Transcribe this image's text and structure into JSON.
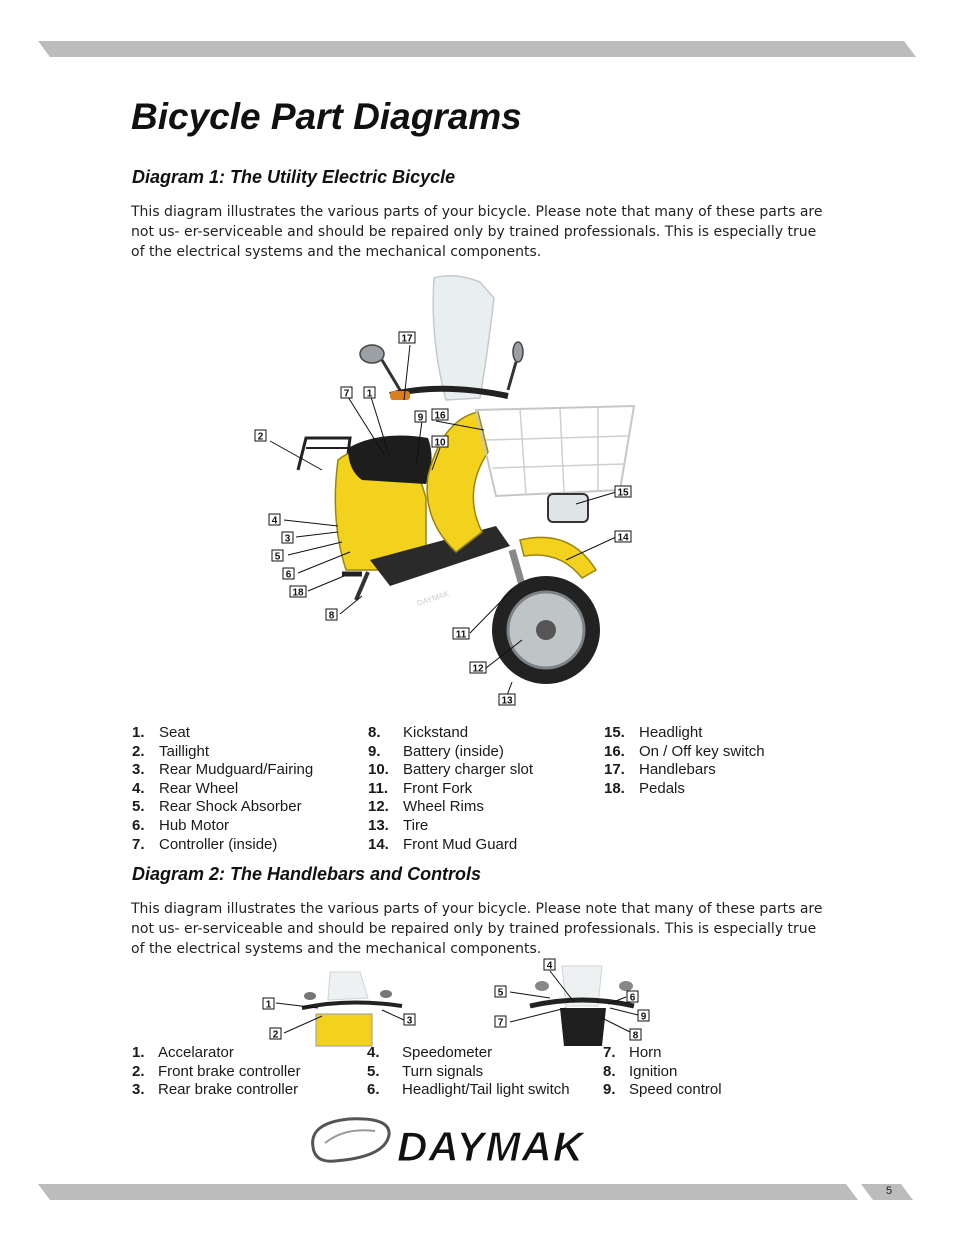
{
  "page": {
    "title": "Bicycle Part Diagrams",
    "page_number": "5"
  },
  "diagram1": {
    "heading": "Diagram 1: The Utility Electric Bicycle",
    "description": "This diagram illustrates the various parts of your bicycle. Please note that many of these parts are not us- er-serviceable and should be repaired only by trained professionals. This is especially true of the electrical systems and the mechanical components.",
    "callouts": [
      "17",
      "7",
      "1",
      "9",
      "16",
      "10",
      "2",
      "15",
      "4",
      "3",
      "5",
      "14",
      "6",
      "18",
      "8",
      "11",
      "12",
      "13"
    ],
    "scooter_text": "DAYMAK",
    "parts_col1": [
      {
        "num": "1.",
        "label": "Seat"
      },
      {
        "num": "2.",
        "label": "Taillight"
      },
      {
        "num": "3.",
        "label": "Rear Mudguard/Fairing"
      },
      {
        "num": "4.",
        "label": "Rear Wheel"
      },
      {
        "num": "5.",
        "label": "Rear Shock Absorber"
      },
      {
        "num": "6.",
        "label": "Hub Motor"
      },
      {
        "num": "7.",
        "label": "Controller (inside)"
      }
    ],
    "parts_col2": [
      {
        "num": "8.",
        "label": "Kickstand"
      },
      {
        "num": "9.",
        "label": "Battery (inside)"
      },
      {
        "num": "10.",
        "label": "Battery charger slot"
      },
      {
        "num": "11.",
        "label": "Front Fork"
      },
      {
        "num": "12.",
        "label": "Wheel Rims"
      },
      {
        "num": "13.",
        "label": "Tire"
      },
      {
        "num": "14.",
        "label": "Front Mud Guard"
      }
    ],
    "parts_col3": [
      {
        "num": "15.",
        "label": "Headlight"
      },
      {
        "num": "16.",
        "label": "On / Off key switch"
      },
      {
        "num": "17.",
        "label": "Handlebars"
      },
      {
        "num": "18.",
        "label": "Pedals"
      }
    ]
  },
  "diagram2": {
    "heading": "Diagram 2: The Handlebars and Controls",
    "description": "This diagram illustrates the various parts of your bicycle. Please note that many of these parts are not us- er-serviceable and should be repaired only by trained professionals. This is especially true of the electrical systems and the mechanical components.",
    "callouts_left": [
      "1",
      "2",
      "3"
    ],
    "callouts_right": [
      "4",
      "5",
      "6",
      "7",
      "9",
      "8"
    ],
    "controls_col1": [
      {
        "num": "1.",
        "label": "Accelarator"
      },
      {
        "num": "2.",
        "label": "Front brake controller"
      },
      {
        "num": "3.",
        "label": "Rear brake controller"
      }
    ],
    "controls_col2": [
      {
        "num": "4.",
        "label": "Speedometer"
      },
      {
        "num": "5.",
        "label": "Turn signals"
      },
      {
        "num": "6.",
        "label": "Headlight/Tail light switch"
      }
    ],
    "controls_col3": [
      {
        "num": "7.",
        "label": "Horn"
      },
      {
        "num": "8.",
        "label": "Ignition"
      },
      {
        "num": "9.",
        "label": "Speed control"
      }
    ]
  },
  "footer": {
    "brand": "DAYMAK"
  },
  "colors": {
    "bar": "#b9b9b9",
    "scooter_yellow": "#f2d21c",
    "text": "#1a1a1a"
  }
}
